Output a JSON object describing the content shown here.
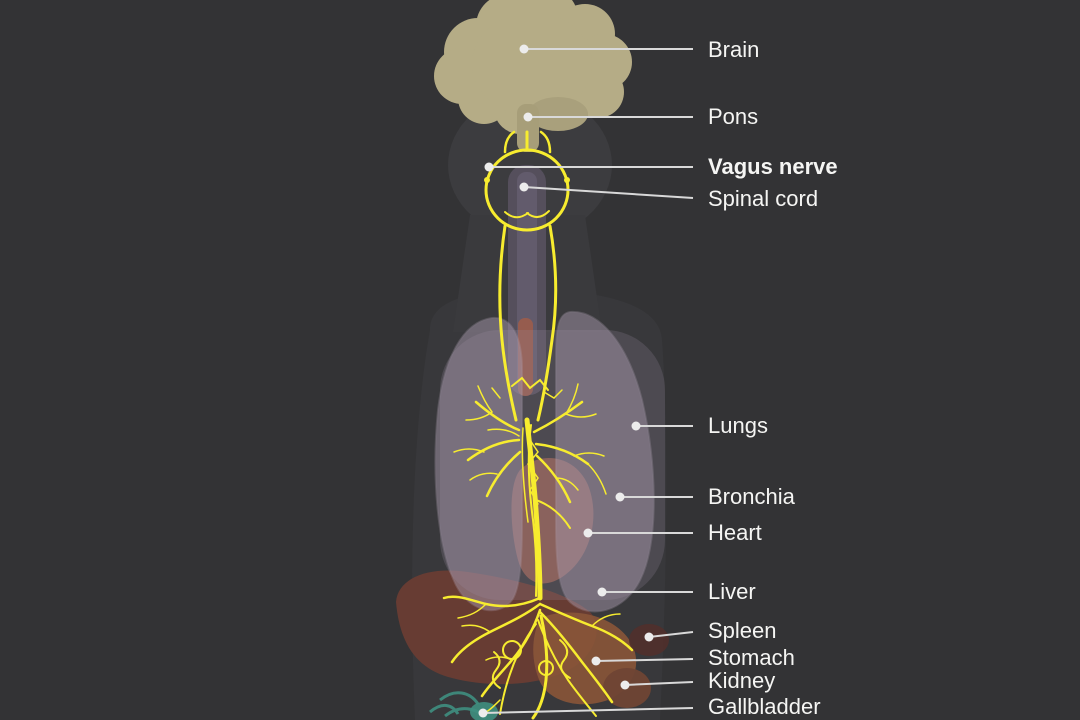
{
  "colors": {
    "background": "#333335",
    "nerve_yellow": "#f7ec2f",
    "brain_tan": "#b5ac86",
    "lungs_lavender": "#a596aa",
    "heart_brown": "#8f5a4e",
    "liver_brown": "#6b3d33",
    "stomach_brown": "#8a5538",
    "intestine_teal": "#3f8f80",
    "label_text": "#f5f5f3",
    "leader_line": "#d9d9d9"
  },
  "labels": [
    {
      "id": "brain",
      "text": "Brain",
      "bold": false
    },
    {
      "id": "pons",
      "text": "Pons",
      "bold": false
    },
    {
      "id": "vagus-nerve",
      "text": "Vagus nerve",
      "bold": true
    },
    {
      "id": "spinal-cord",
      "text": "Spinal cord",
      "bold": false
    },
    {
      "id": "lungs",
      "text": "Lungs",
      "bold": false
    },
    {
      "id": "bronchia",
      "text": "Bronchia",
      "bold": false
    },
    {
      "id": "heart",
      "text": "Heart",
      "bold": false
    },
    {
      "id": "liver",
      "text": "Liver",
      "bold": false
    },
    {
      "id": "spleen",
      "text": "Spleen",
      "bold": false
    },
    {
      "id": "stomach",
      "text": "Stomach",
      "bold": false
    },
    {
      "id": "kidney",
      "text": "Kidney",
      "bold": false
    },
    {
      "id": "gallbladder",
      "text": "Gallbladder",
      "bold": false
    }
  ]
}
